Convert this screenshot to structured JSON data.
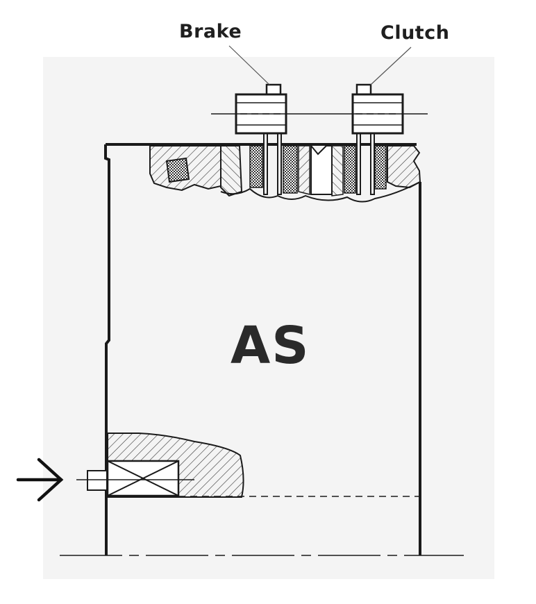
{
  "labels": {
    "brake": "Brake",
    "clutch": "Clutch",
    "center": "AS"
  },
  "colors": {
    "line": "#1a1a1a",
    "hatch": "#333333",
    "background": "#ffffff",
    "panel": "#f4f4f4"
  },
  "icons": {
    "input_arrow": "right-arrow-icon"
  }
}
